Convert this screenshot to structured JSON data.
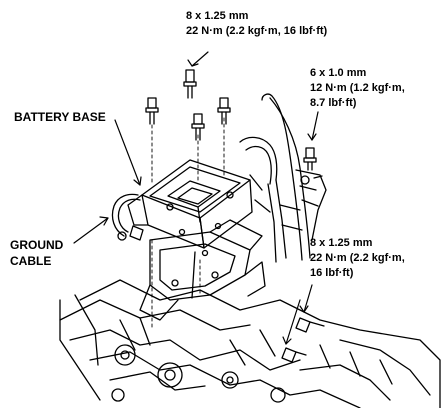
{
  "specs": {
    "top": {
      "line1": "8 x 1.25 mm",
      "line2": "22 N·m (2.2 kgf·m, 16 lbf·ft)"
    },
    "right_upper": {
      "line1": "6 x 1.0 mm",
      "line2": "12 N·m (1.2 kgf·m,",
      "line3": "8.7 lbf·ft)"
    },
    "right_lower": {
      "line1": "8 x 1.25 mm",
      "line2": "22 N·m (2.2 kgf·m,",
      "line3": "16 lbf·ft)"
    }
  },
  "parts": {
    "battery_base": "BATTERY BASE",
    "ground_cable_line1": "GROUND",
    "ground_cable_line2": "CABLE"
  },
  "colors": {
    "ink": "#000000",
    "paper": "#ffffff"
  },
  "icons": [
    "bolt-icon",
    "leader-arrow-icon"
  ]
}
